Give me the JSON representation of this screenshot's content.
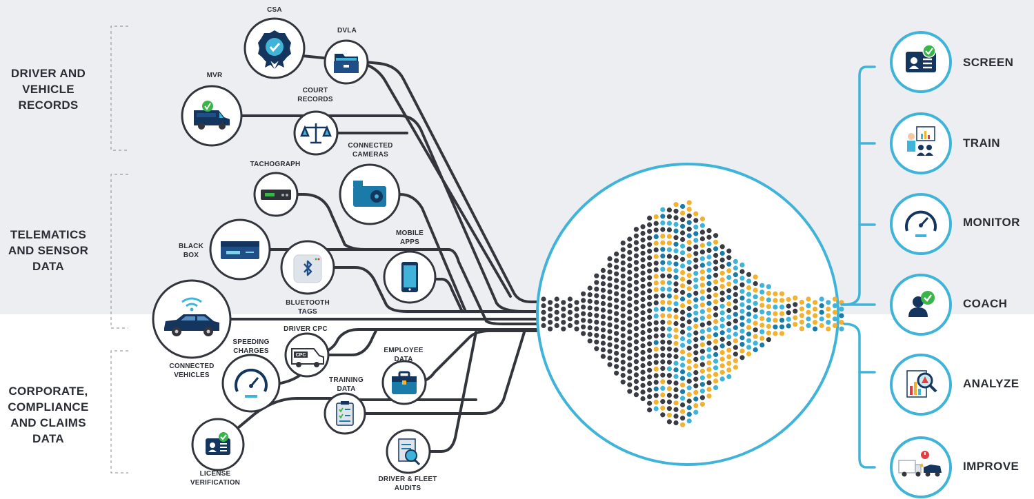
{
  "categories": {
    "driver_vehicle": [
      "DRIVER AND",
      "VEHICLE",
      "RECORDS"
    ],
    "telematics": [
      "TELEMATICS",
      "AND SENSOR",
      "DATA"
    ],
    "corporate": [
      "CORPORATE,",
      "COMPLIANCE",
      "AND CLAIMS",
      "DATA"
    ]
  },
  "sources": {
    "csa": "CSA",
    "dvla": "DVLA",
    "mvr": "MVR",
    "court_records": [
      "COURT",
      "RECORDS"
    ],
    "tachograph": "TACHOGRAPH",
    "connected_cameras": [
      "CONNECTED",
      "CAMERAS"
    ],
    "black_box": [
      "BLACK",
      "BOX"
    ],
    "mobile_apps": [
      "MOBILE",
      "APPS"
    ],
    "bluetooth_tags": [
      "BLUETOOTH",
      "TAGS"
    ],
    "connected_vehicles": [
      "CONNECTED",
      "VEHICLES"
    ],
    "driver_cpc": "DRIVER CPC",
    "speeding_charges": [
      "SPEEDING",
      "CHARGES"
    ],
    "employee_data": [
      "EMPLOYEE",
      "DATA"
    ],
    "training_data": [
      "TRAINING",
      "DATA"
    ],
    "license_verification": [
      "LICENSE",
      "VERIFICATION"
    ],
    "driver_fleet_audits": [
      "DRIVER & FLEET",
      "AUDITS"
    ]
  },
  "cpc_badge": "CPC",
  "outputs": {
    "screen": "SCREEN",
    "train": "TRAIN",
    "monitor": "MONITOR",
    "coach": "COACH",
    "analyze": "ANALYZE",
    "improve": "IMPROVE"
  },
  "colors": {
    "dark_line": "#33353d",
    "accent_blue": "#40b4d8",
    "navy": "#14355e",
    "gold": "#f2b230",
    "teal": "#1a7aa8",
    "check_green": "#39b54a",
    "top_band": "#eceef2"
  }
}
